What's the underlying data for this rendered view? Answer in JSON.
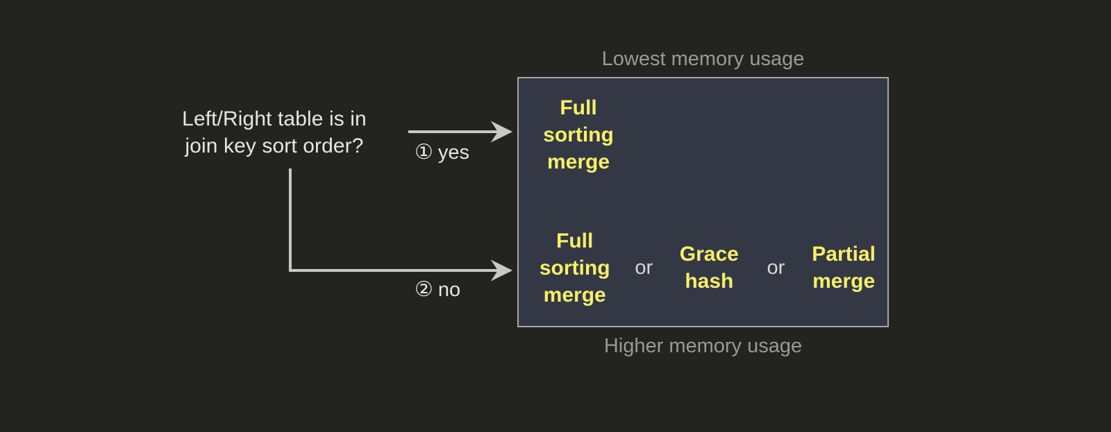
{
  "diagram": {
    "question": {
      "text": "Left/Right table is in\njoin key sort order?"
    },
    "branches": [
      {
        "marker": "①",
        "label": "yes",
        "name": "branch-yes"
      },
      {
        "marker": "②",
        "label": "no",
        "name": "branch-no"
      }
    ],
    "captions": {
      "top": "Lowest memory usage",
      "bottom": "Higher memory usage"
    },
    "panel": {
      "rows": [
        {
          "name": "yes-outcome",
          "options": [
            "Full\nsorting\nmerge"
          ],
          "separators": []
        },
        {
          "name": "no-outcome",
          "options": [
            "Full\nsorting\nmerge",
            "Grace\nhash",
            "Partial\nmerge"
          ],
          "separators": [
            "or",
            "or"
          ]
        }
      ]
    },
    "colors": {
      "background": "#23241f",
      "panel_fill": "#343845",
      "panel_border": "#a8a8a4",
      "option_text": "#f6f066",
      "body_text": "#e6e6e2",
      "caption_text": "#9a9a95",
      "connector": "#c8c8c4"
    }
  }
}
